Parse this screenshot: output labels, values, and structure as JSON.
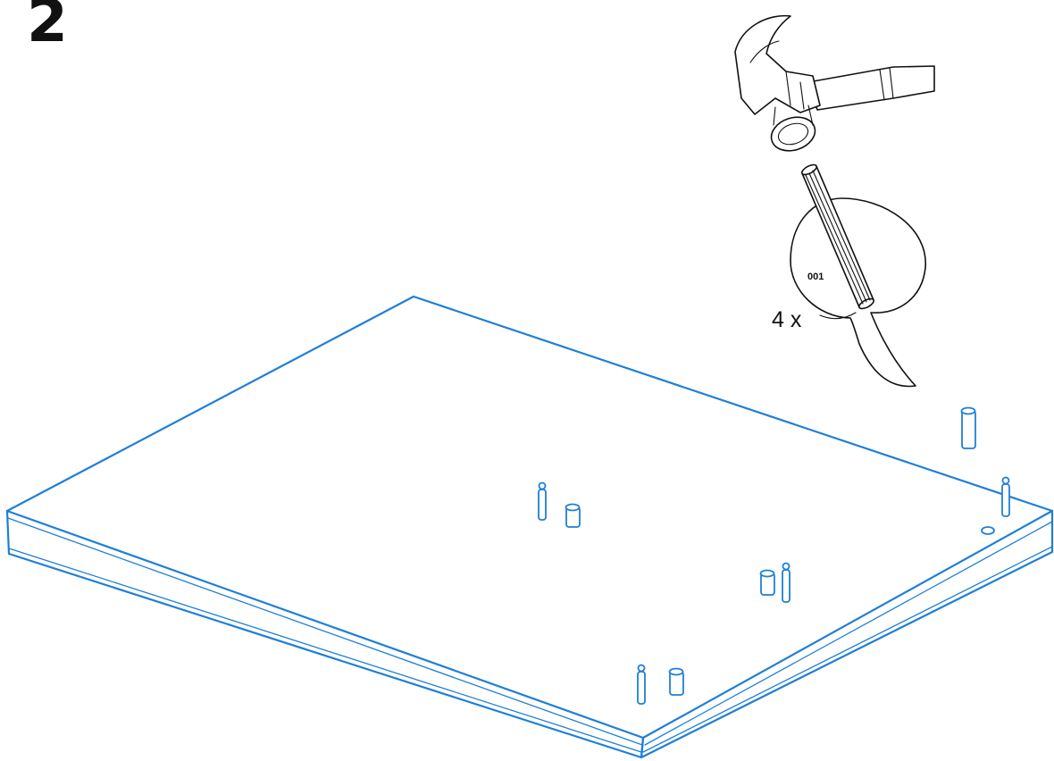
{
  "step": {
    "number": "2"
  },
  "callout": {
    "part_code": "001",
    "quantity": "4 x"
  },
  "colors": {
    "ink": "#111111",
    "panel_outline": "#1f7fd6",
    "background": "#ffffff"
  },
  "icons": [
    "hammer-icon",
    "wooden-dowel-icon"
  ]
}
